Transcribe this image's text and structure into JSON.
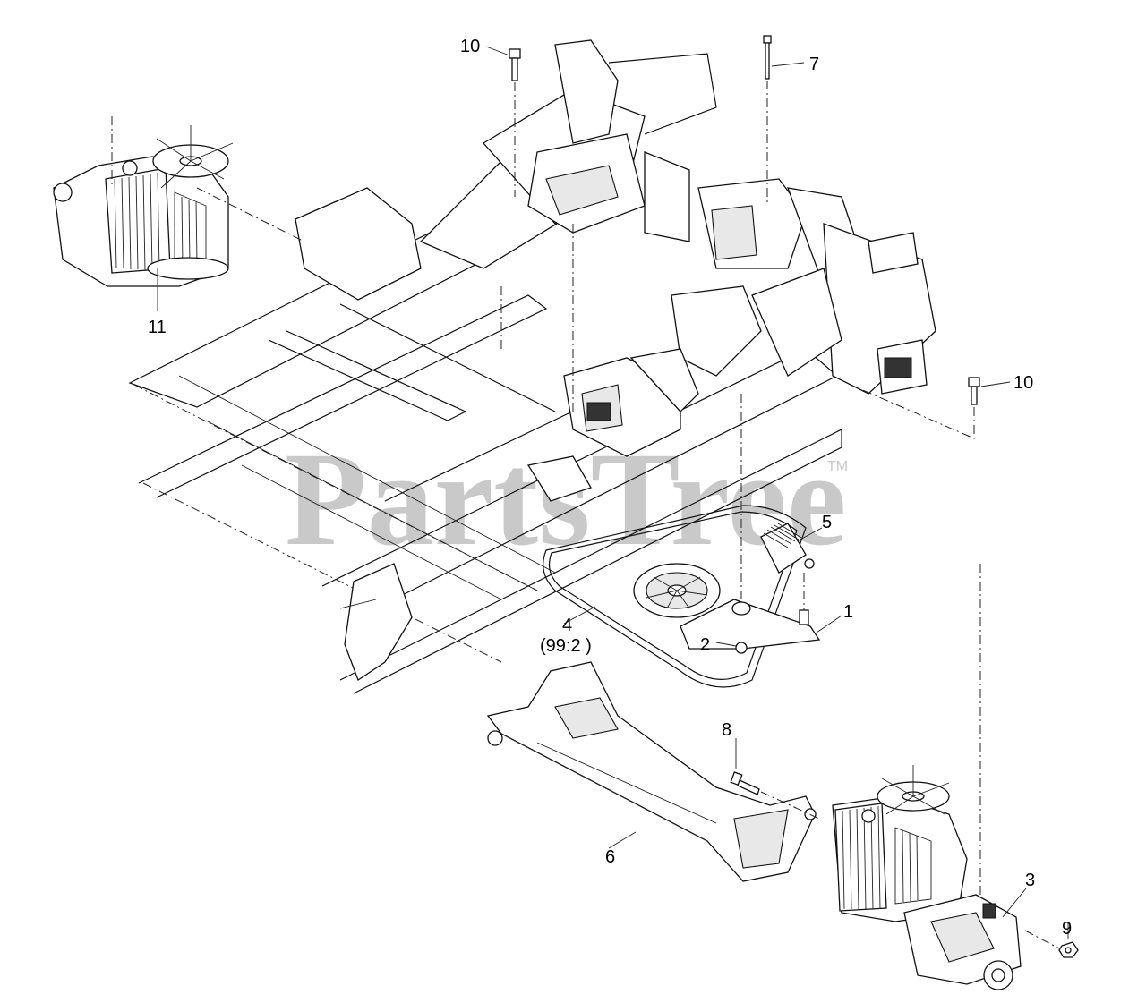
{
  "watermark": {
    "text": "PartsTree",
    "trademark": "TM"
  },
  "callouts": [
    {
      "id": "c-10a",
      "label": "10"
    },
    {
      "id": "c-7",
      "label": "7"
    },
    {
      "id": "c-11",
      "label": "11"
    },
    {
      "id": "c-10b",
      "label": "10"
    },
    {
      "id": "c-5",
      "label": "5"
    },
    {
      "id": "c-1",
      "label": "1"
    },
    {
      "id": "c-4",
      "label": "4"
    },
    {
      "id": "c-4-sub",
      "label": "(99:2 )"
    },
    {
      "id": "c-2",
      "label": "2"
    },
    {
      "id": "c-8",
      "label": "8"
    },
    {
      "id": "c-6",
      "label": "6"
    },
    {
      "id": "c-3",
      "label": "3"
    },
    {
      "id": "c-9",
      "label": "9"
    }
  ]
}
